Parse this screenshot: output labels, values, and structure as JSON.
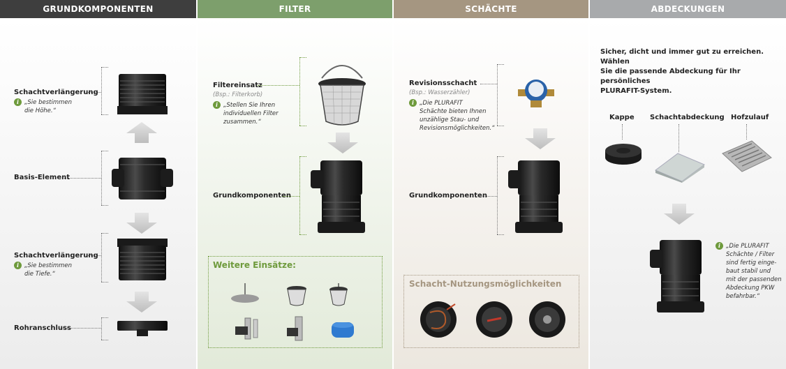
{
  "headers": {
    "grund": "GRUNDKOMPONENTEN",
    "filter": "FILTER",
    "schaechte": "SCHÄCHTE",
    "abdeckungen": "ABDECKUNGEN"
  },
  "grund": {
    "ext_top_label": "Schachtverlängerung",
    "ext_top_note_1": "„Sie bestimmen",
    "ext_top_note_2": "die Höhe.“",
    "basis_label": "Basis-Element",
    "ext_bottom_label": "Schachtverlängerung",
    "ext_bottom_note_1": "„Sie bestimmen",
    "ext_bottom_note_2": "die Tiefe.“",
    "rohr_label": "Rohranschluss"
  },
  "filter": {
    "label": "Filtereinsatz",
    "sub": "(Bsp.: Filterkorb)",
    "note_1": "„Stellen Sie Ihren",
    "note_2": "individuellen Filter",
    "note_3": "zusammen.“",
    "grund_label": "Grundkomponenten",
    "box_title": "Weitere Einsätze:"
  },
  "schaechte": {
    "label": "Revisionsschacht",
    "sub": "(Bsp.: Wasserzähler)",
    "note_1": "„Die PLURAFIT",
    "note_2": "Schächte bieten Ihnen",
    "note_3": "unzählige Stau- und",
    "note_4": "Revisionsmöglichkeiten.“",
    "grund_label": "Grundkomponenten",
    "box_title": "Schacht-Nutzungsmöglichkeiten"
  },
  "abdeckungen": {
    "intro_1": "Sicher, dicht und immer gut zu erreichen. Wählen",
    "intro_2": "Sie die passende Abdeckung für Ihr persönliches",
    "intro_3": "PLURAFIT-System.",
    "kappe": "Kappe",
    "schacht": "Schachtabdeckung",
    "hof": "Hofzulauf",
    "note_1": "„Die PLURAFIT",
    "note_2": "Schächte / Filter",
    "note_3": "sind fertig einge-",
    "note_4": "baut stabil und",
    "note_5": "mit der passenden",
    "note_6": "Abdeckung PKW",
    "note_7": "befahrbar.“"
  },
  "icons": {
    "info": "i",
    "arrow": "down-arrow-icon"
  },
  "colors": {
    "grund": "#3e3e3e",
    "filter": "#7d9f6c",
    "schaechte": "#a59681",
    "abdeckungen": "#a8aaac",
    "info": "#6e9a3c"
  }
}
